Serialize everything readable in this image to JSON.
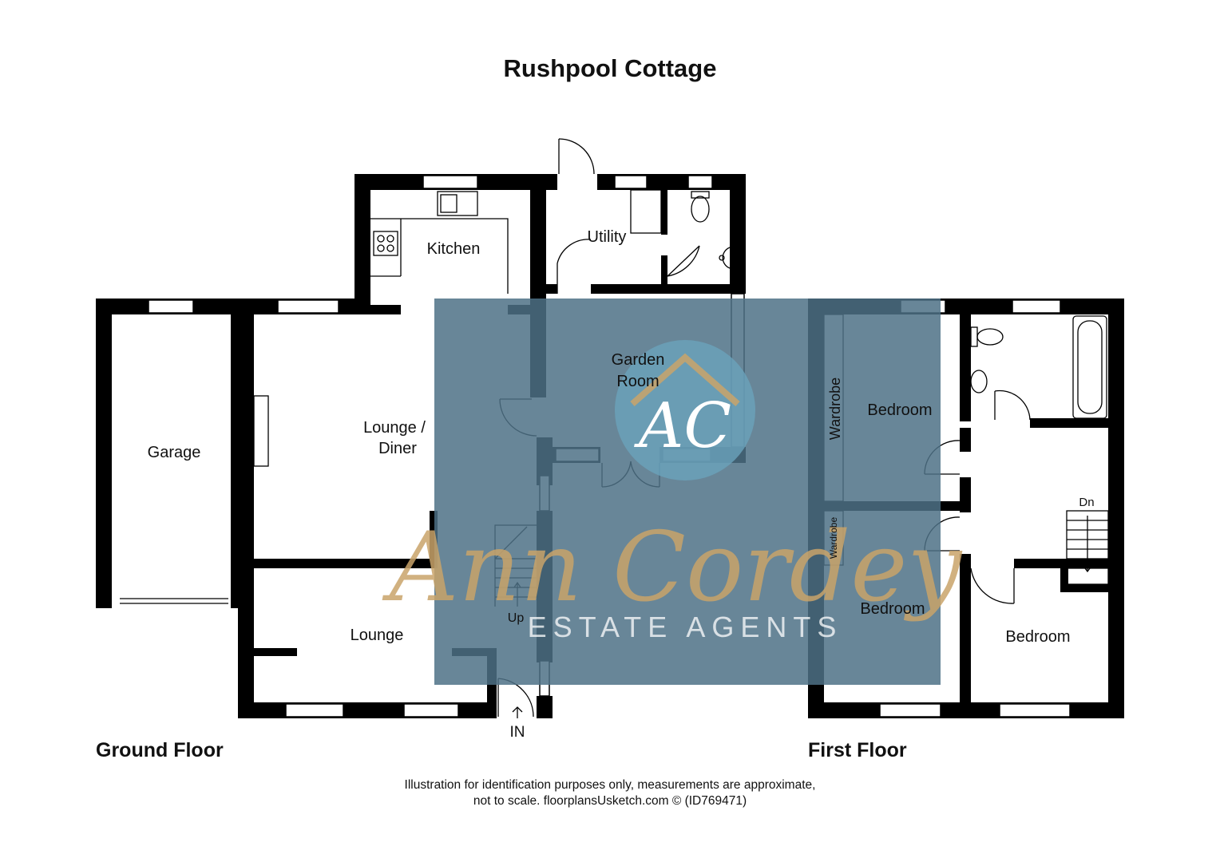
{
  "title": "Rushpool Cottage",
  "floors": {
    "ground": "Ground Floor",
    "first": "First Floor"
  },
  "rooms": {
    "kitchen": "Kitchen",
    "utility": "Utility",
    "garden_room_1": "Garden",
    "garden_room_2": "Room",
    "lounge_diner_1": "Lounge /",
    "lounge_diner_2": "Diner",
    "garage": "Garage",
    "lounge": "Lounge",
    "bedroom_a": "Bedroom",
    "bedroom_b": "Bedroom",
    "bedroom_c": "Bedroom",
    "wardrobe_a": "Wardrobe",
    "wardrobe_b": "Wardrobe"
  },
  "markers": {
    "up": "Up",
    "down": "Dn",
    "entrance": "IN"
  },
  "watermark": {
    "monogram": "AC",
    "name": "Ann Cordey",
    "tagline": "ESTATE AGENTS",
    "overlay_color": "#4e7186",
    "gold_color": "#c9a46a"
  },
  "disclaimer": {
    "line1": "Illustration for identification purposes only, measurements are approximate,",
    "line2": "not to scale. floorplansUsketch.com © (ID769471)"
  }
}
